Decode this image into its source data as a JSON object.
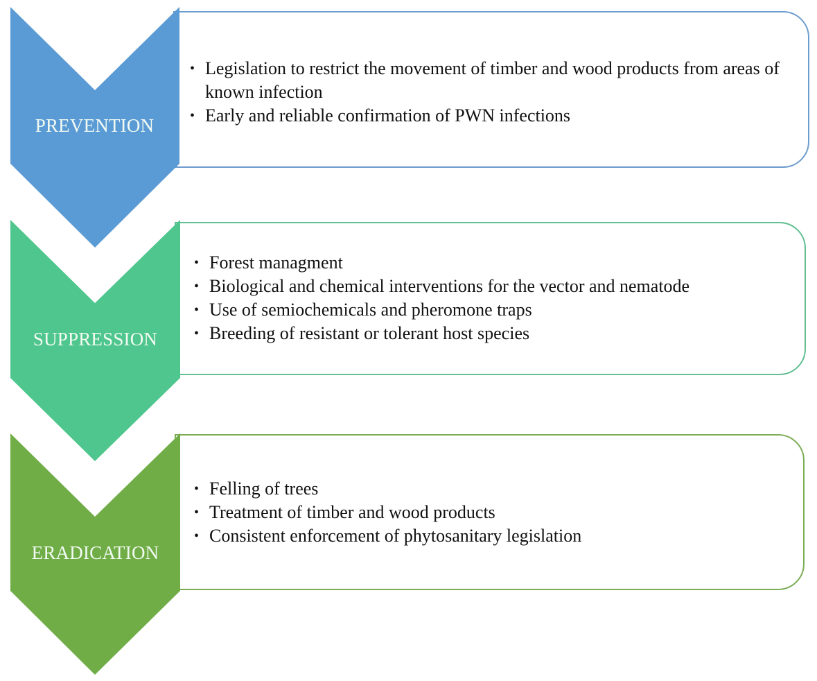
{
  "stages": [
    {
      "label": "PREVENTION",
      "color": "#5b9bd5",
      "border_color": "#6d9cce",
      "items": [
        "Legislation to restrict the movement of timber and wood products from areas of known infection",
        "Early and reliable confirmation of PWN infections"
      ]
    },
    {
      "label": "SUPPRESSION",
      "color": "#4fc68d",
      "border_color": "#62bf92",
      "items": [
        "Forest managment",
        "Biological and chemical interventions for the vector and nematode",
        "Use of semiochemicals and pheromone traps",
        "Breeding of resistant or tolerant host species"
      ]
    },
    {
      "label": "ERADICATION",
      "color": "#70ad47",
      "border_color": "#7aab55",
      "items": [
        "Felling of trees",
        "Treatment of timber and wood products",
        "Consistent enforcement of phytosanitary legislation"
      ]
    }
  ]
}
